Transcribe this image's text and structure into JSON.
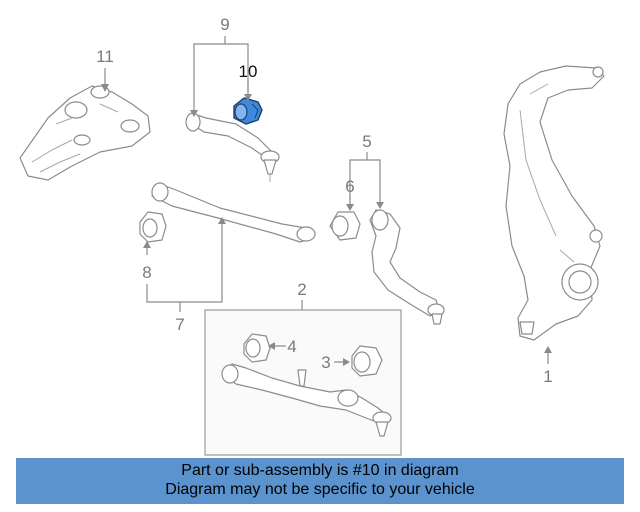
{
  "accent_color": "#5b93ce",
  "highlight_color": "#3f88df",
  "callouts": {
    "c1": "1",
    "c2": "2",
    "c3": "3",
    "c4": "4",
    "c5": "5",
    "c6": "6",
    "c7": "7",
    "c8": "8",
    "c9": "9",
    "c10": "10",
    "c11": "11"
  },
  "banner": {
    "line1": "Part or sub-assembly is #10 in diagram",
    "line2": "Diagram may not be specific to your vehicle"
  }
}
